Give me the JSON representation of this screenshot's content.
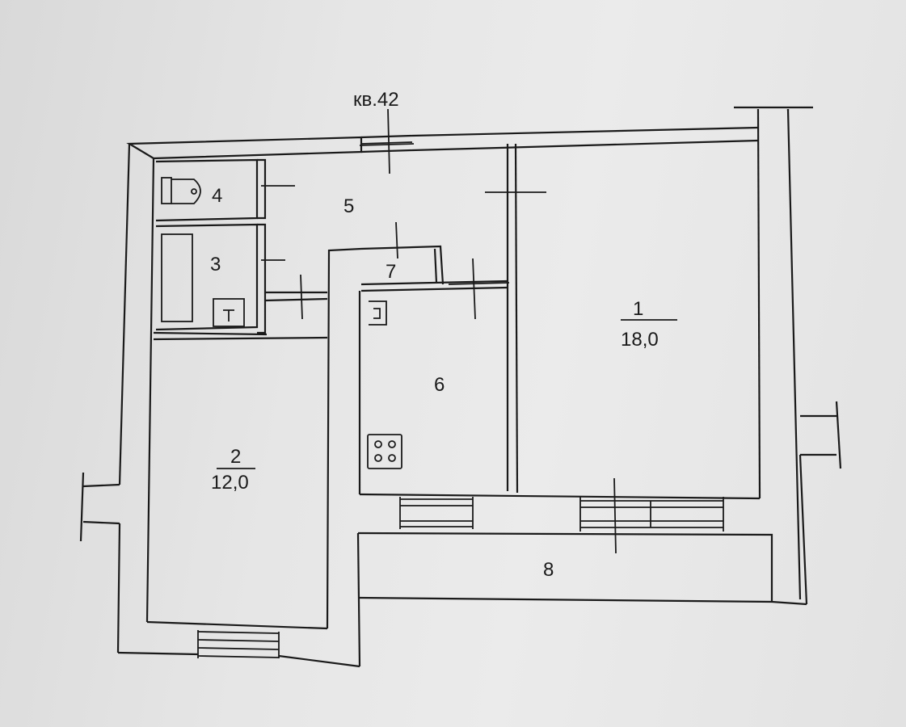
{
  "apartment_label": "кв.42",
  "rooms": [
    {
      "number": "1",
      "area": "18,0"
    },
    {
      "number": "2",
      "area": "12,0"
    },
    {
      "number": "3"
    },
    {
      "number": "4"
    },
    {
      "number": "5"
    },
    {
      "number": "6"
    },
    {
      "number": "7"
    },
    {
      "number": "8"
    }
  ]
}
